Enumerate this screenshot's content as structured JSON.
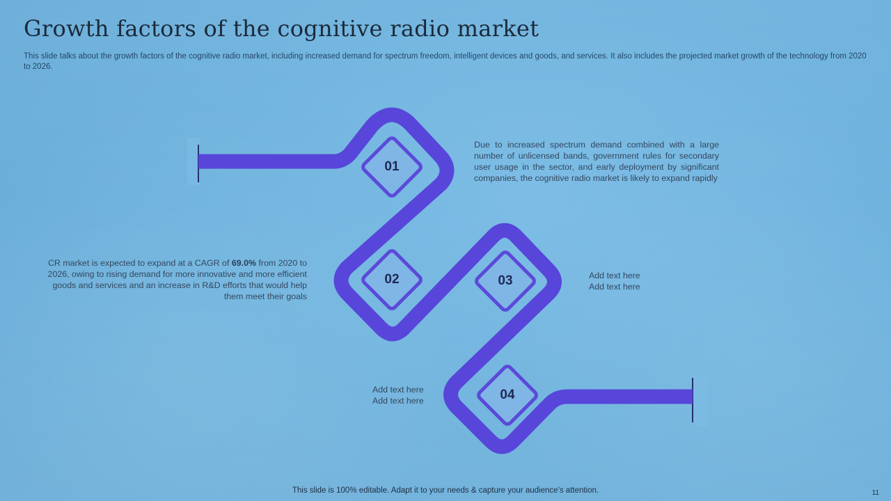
{
  "slide": {
    "title": "Growth factors of  the cognitive radio market",
    "subtitle": "This slide talks about the growth factors of the cognitive radio market, including increased demand for spectrum freedom, intelligent devices and goods, and services. It also includes the projected market growth of the technology from 2020 to 2026.",
    "footer": "This slide is 100% editable. Adapt it to your needs & capture your audience’s attention.",
    "page_number": "11"
  },
  "steps": [
    {
      "number": "01",
      "text": "Due to increased spectrum demand combined with a large number of unlicensed bands, government rules for secondary user usage in the sector, and early deployment by significant companies, the cognitive radio market is likely to expand rapidly"
    },
    {
      "number": "02",
      "text_before": "CR market is expected to expand at a CAGR of ",
      "highlight": "69.0%",
      "text_after": " from 2020 to 2026, owing to rising demand for more innovative  and more efficient goods and services and an increase in R&D efforts that would help them meet their goals"
    },
    {
      "number": "03",
      "line1": "Add text here",
      "line2": "Add text here"
    },
    {
      "number": "04",
      "line1": "Add text here",
      "line2": "Add text here"
    }
  ],
  "colors": {
    "path": "#5746d9",
    "diamond_stroke": "#5b4ad8",
    "diamond_fill": "#7fb6e6",
    "background": "#6eb3de"
  }
}
